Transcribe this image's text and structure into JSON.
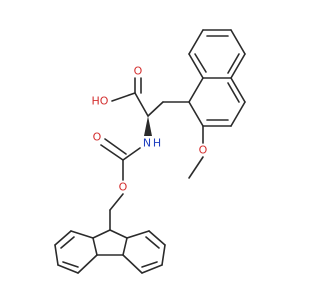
{
  "molecule": {
    "atom_labels": [
      {
        "id": "oh",
        "text": "HO",
        "element": "O"
      },
      {
        "id": "carbonyl-o",
        "text": "O",
        "element": "O"
      },
      {
        "id": "amide-n",
        "text": "N",
        "element": "N"
      },
      {
        "id": "amide-h",
        "text": "H",
        "element": "N"
      },
      {
        "id": "fmoc-carbonyl-o",
        "text": "O",
        "element": "O"
      },
      {
        "id": "fmoc-ester-o",
        "text": "O",
        "element": "O"
      },
      {
        "id": "methoxy-o",
        "text": "O",
        "element": "O"
      }
    ]
  }
}
